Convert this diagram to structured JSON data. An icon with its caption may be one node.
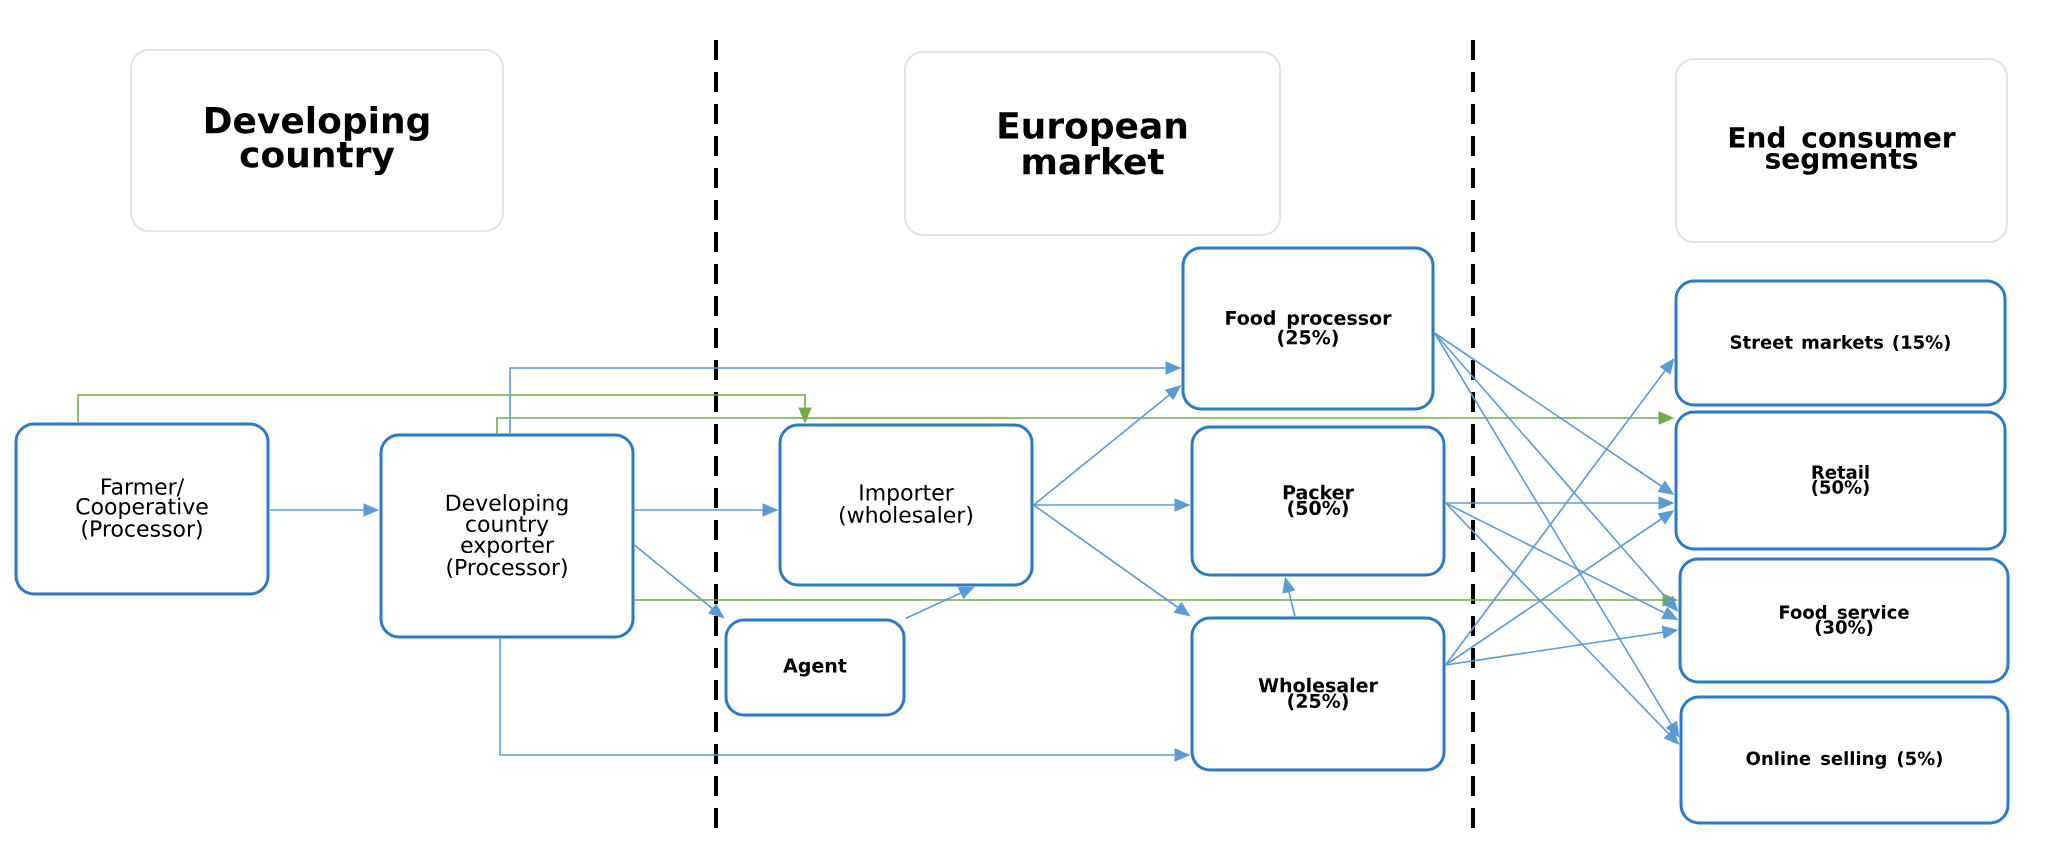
{
  "diagram": {
    "nodes": [
      {
        "text": [
          "Developing country"
        ]
      },
      {
        "text": [
          "European market"
        ]
      },
      {
        "text": [
          "End consumer segments"
        ]
      },
      {
        "text": [
          "Farmer/ Cooperative (Processor)"
        ]
      },
      {
        "text": [
          "Developing country exporter (Processor)"
        ]
      },
      {
        "text": [
          "Importer (wholesaler)"
        ]
      },
      {
        "text": [
          "Agent"
        ]
      },
      {
        "text": [
          "Food processor (25%)"
        ]
      },
      {
        "text": [
          "Packer (50%)"
        ]
      },
      {
        "text": [
          "Wholesaler (25%)"
        ]
      },
      {
        "text": [
          "Street markets (15%)"
        ]
      },
      {
        "text": [
          "Retail (50%)"
        ]
      },
      {
        "text": [
          "Food service (30%)"
        ]
      },
      {
        "text": [
          "Online selling (5%)"
        ]
      }
    ],
    "edges": [
      {
        "from": 3,
        "to": 4,
        "arrow": "to"
      },
      {
        "from": 3,
        "to": 5,
        "arrow": "to",
        "color": "#70ad47"
      },
      {
        "from": 4,
        "to": 7,
        "arrow": "to"
      },
      {
        "from": 4,
        "to": 11,
        "arrow": "to",
        "color": "#70ad47"
      },
      {
        "from": 4,
        "to": 5,
        "arrow": "to"
      },
      {
        "from": 4,
        "to": 6,
        "arrow": "to"
      },
      {
        "from": 4,
        "to": 12,
        "arrow": "to",
        "color": "#70ad47"
      },
      {
        "from": 4,
        "to": 9,
        "arrow": "to"
      },
      {
        "from": 6,
        "to": 5,
        "arrow": "to"
      },
      {
        "from": 5,
        "to": 7,
        "arrow": "to"
      },
      {
        "from": 5,
        "to": 8,
        "arrow": "to"
      },
      {
        "from": 5,
        "to": 9,
        "arrow": "to"
      },
      {
        "from": 9,
        "to": 8,
        "arrow": "to"
      },
      {
        "from": 7,
        "to": 11,
        "arrow": "to"
      },
      {
        "from": 7,
        "to": 12,
        "arrow": "to"
      },
      {
        "from": 7,
        "to": 13,
        "arrow": "to"
      },
      {
        "from": 8,
        "to": 11,
        "arrow": "to"
      },
      {
        "from": 8,
        "to": 12,
        "arrow": "to"
      },
      {
        "from": 8,
        "to": 13,
        "arrow": "to"
      },
      {
        "from": 9,
        "to": 10,
        "arrow": "to"
      },
      {
        "from": 9,
        "to": 11,
        "arrow": "to"
      },
      {
        "from": 9,
        "to": 12,
        "arrow": "to"
      }
    ]
  }
}
